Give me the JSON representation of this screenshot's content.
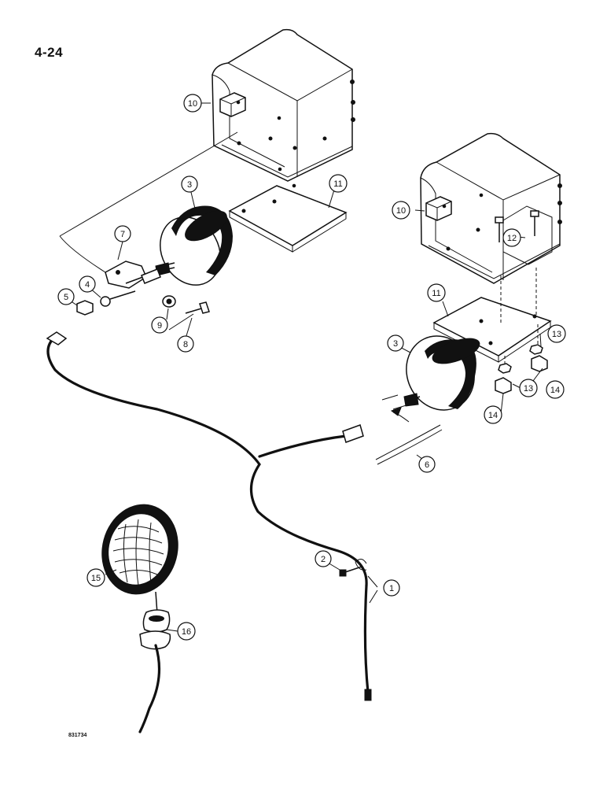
{
  "page": {
    "number": "4-24",
    "drawing_id": "831734"
  },
  "callouts": {
    "c1": "1",
    "c2": "2",
    "c3a": "3",
    "c3b": "3",
    "c4": "4",
    "c5": "5",
    "c6": "6",
    "c7": "7",
    "c8": "8",
    "c9": "9",
    "c10a": "10",
    "c10b": "10",
    "c11a": "11",
    "c11b": "11",
    "c12": "12",
    "c13a": "13",
    "c13b": "13",
    "c14a": "14",
    "c14b": "14",
    "c15": "15",
    "c16": "16"
  }
}
